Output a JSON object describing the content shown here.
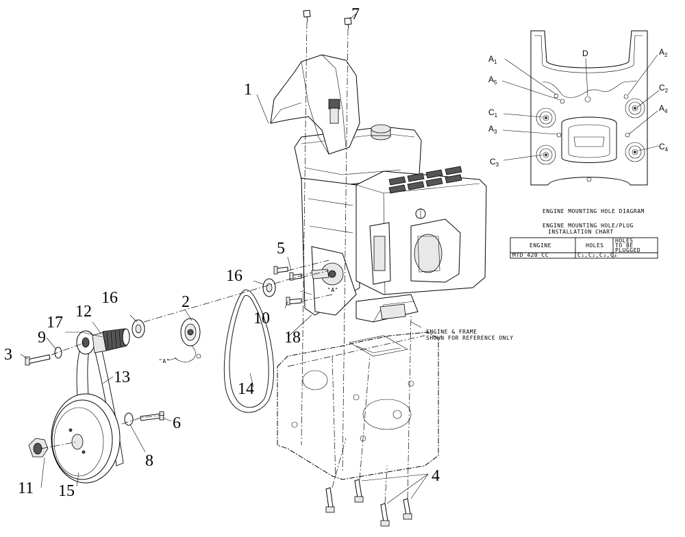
{
  "part_numbers": [
    {
      "id": "p1",
      "label": "1"
    },
    {
      "id": "p2",
      "label": "2"
    },
    {
      "id": "p3",
      "label": "3"
    },
    {
      "id": "p4",
      "label": "4"
    },
    {
      "id": "p5",
      "label": "5"
    },
    {
      "id": "p6",
      "label": "6"
    },
    {
      "id": "p7",
      "label": "7"
    },
    {
      "id": "p8",
      "label": "8"
    },
    {
      "id": "p9",
      "label": "9"
    },
    {
      "id": "p10",
      "label": "10"
    },
    {
      "id": "p11",
      "label": "11"
    },
    {
      "id": "p12",
      "label": "12"
    },
    {
      "id": "p13",
      "label": "13"
    },
    {
      "id": "p14",
      "label": "14"
    },
    {
      "id": "p15",
      "label": "15"
    },
    {
      "id": "p16a",
      "label": "16"
    },
    {
      "id": "p16b",
      "label": "16"
    },
    {
      "id": "p17",
      "label": "17"
    },
    {
      "id": "p18",
      "label": "18"
    }
  ],
  "notes": {
    "engine_frame_line1": "ENGINE & FRAME",
    "engine_frame_line2": "SHOWN FOR REFERENCE ONLY",
    "ref_a_left": "\"A\"",
    "ref_a_right": "\"A\""
  },
  "hole_diagram": {
    "title": "ENGINE MOUNTING HOLE DIAGRAM",
    "labels": {
      "a1": "A",
      "a1_sub": "1",
      "a5": "A",
      "a5_sub": "5",
      "c1": "C",
      "c1_sub": "1",
      "a3": "A",
      "a3_sub": "3",
      "c3": "C",
      "c3_sub": "3",
      "d": "D",
      "a2": "A",
      "a2_sub": "2",
      "c2": "C",
      "c2_sub": "2",
      "a4": "A",
      "a4_sub": "4",
      "c4": "C",
      "c4_sub": "4"
    }
  },
  "chart": {
    "title_line1": "ENGINE MOUNTING HOLE/PLUG",
    "title_line2": "INSTALLATION CHART",
    "headers": [
      "ENGINE",
      "HOLES",
      "HOLES TO BE PLUGGED"
    ],
    "header_plug_lines": [
      "HOLES",
      "TO BE",
      "PLUGGED"
    ],
    "row": {
      "engine": "MTD 420 CC",
      "holes": "C₁,C₂,C₃,C₄",
      "plugged": ""
    }
  }
}
